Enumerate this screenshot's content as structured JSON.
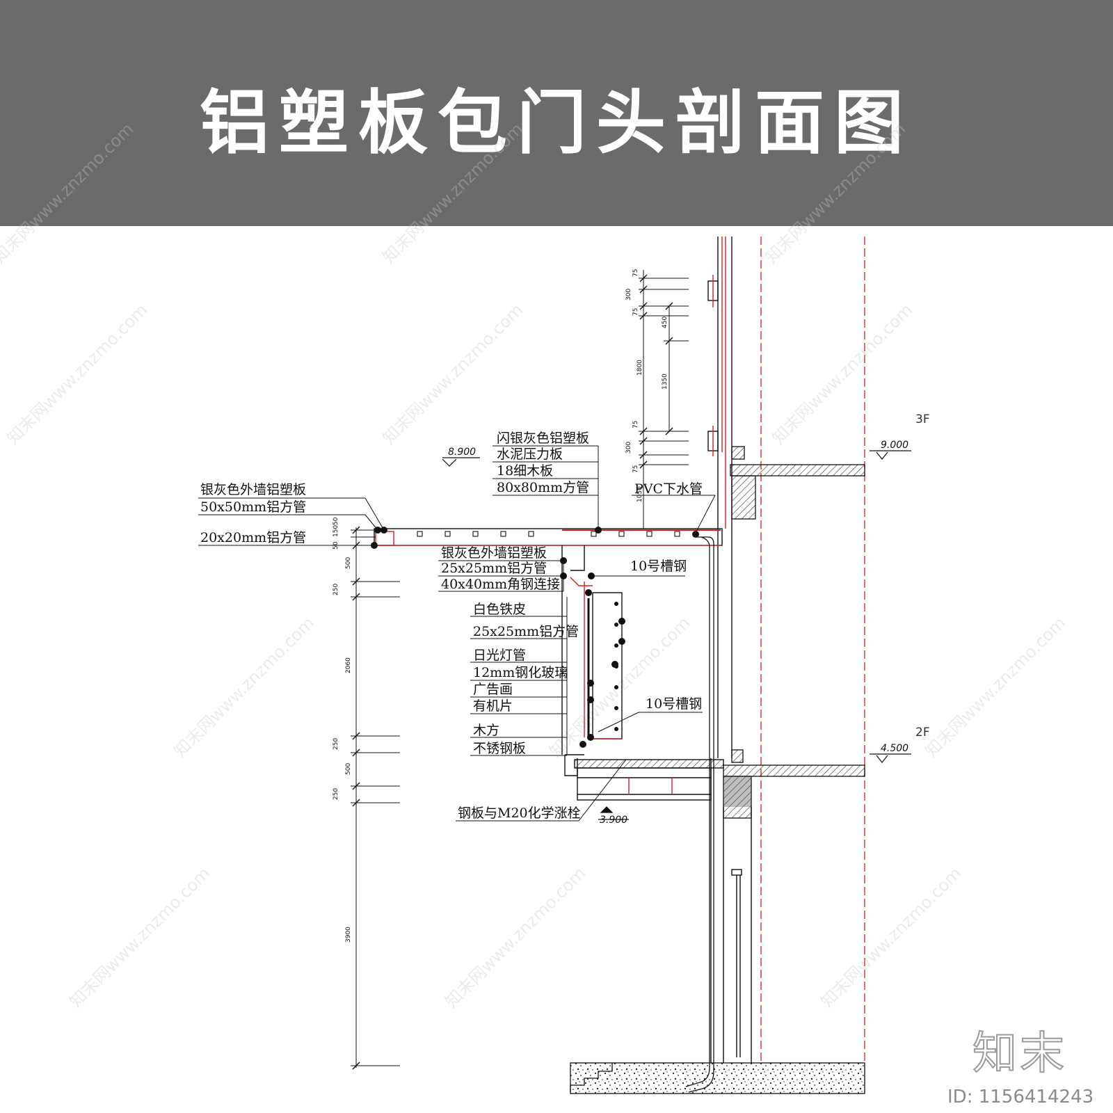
{
  "title": "铝塑板包门头剖面图",
  "elevations": {
    "e8900": "8.900",
    "e9000": "9.000",
    "e4500": "4.500",
    "e3900": "3.900"
  },
  "floors": {
    "f3": "3F",
    "f2": "2F"
  },
  "labels": {
    "top_group": [
      "闪银灰色铝塑板",
      "水泥压力板",
      "18细木板",
      "80x80mm方管"
    ],
    "pvc_pipe": "PVC下水管",
    "left_group": [
      "银灰色外墙铝塑板",
      "50x50mm铝方管"
    ],
    "left_bottom": "20x20mm铝方管",
    "mid_group": [
      "银灰色外墙铝塑板",
      "25x25mm铝方管",
      "40x40mm角钢连接"
    ],
    "channel_top": "10号槽钢",
    "sign_group": [
      "白色铁皮",
      "25x25mm铝方管",
      "日光灯管",
      "12mm钢化玻璃",
      "广告画",
      "有机片",
      "木方",
      "不锈钢板"
    ],
    "channel_bottom": "10号槽钢",
    "anchor": "钢板与M20化学涨栓"
  },
  "dims_top": [
    "75",
    "300",
    "75",
    "450",
    "1800",
    "1350",
    "75",
    "300",
    "75",
    "1050"
  ],
  "dims_left": [
    "50",
    "150",
    "50",
    "500",
    "250",
    "2060",
    "250",
    "500",
    "250",
    "3900"
  ],
  "watermark": "知末网www.znzmo.com",
  "brand": "知末",
  "id_text": "ID: 1156414243",
  "colors": {
    "header_bg": "#6b6b6b",
    "line": "#111111",
    "accent_red": "#d42020"
  }
}
